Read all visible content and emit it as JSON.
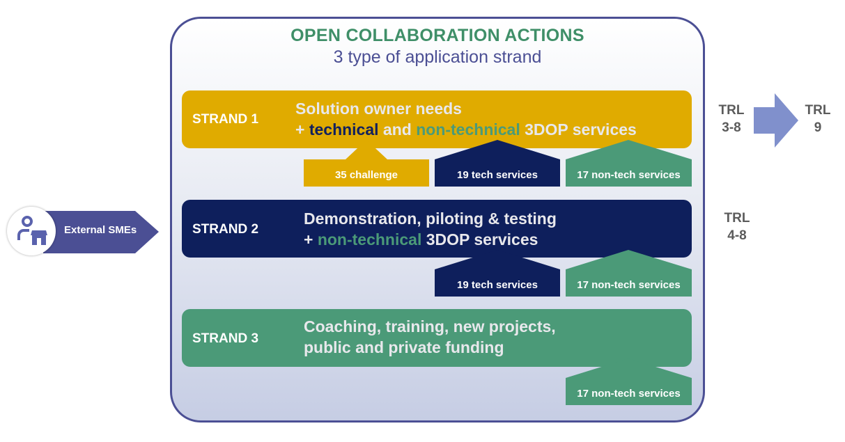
{
  "header": {
    "title": "OPEN COLLABORATION ACTIONS",
    "subtitle": "3 type of application strand"
  },
  "colors": {
    "gold": "#e0ab00",
    "navy": "#0e1f5c",
    "green": "#4b9a78",
    "periwinkle": "#8090cc",
    "panel_border": "#4b4f94"
  },
  "strands": [
    {
      "label": "STRAND 1",
      "line1": "Solution owner needs",
      "line2_parts": [
        "+ ",
        "technical",
        " and ",
        "non-technical",
        " 3DOP services"
      ],
      "tabs": [
        "35 challenge",
        "19 tech services",
        "17 non-tech services"
      ]
    },
    {
      "label": "STRAND 2",
      "line1": "Demonstration, piloting & testing",
      "line2_parts": [
        "+ ",
        "non-technical",
        " 3DOP services"
      ],
      "tabs": [
        "19 tech services",
        "17 non-tech services"
      ]
    },
    {
      "label": "STRAND 3",
      "line1": "Coaching, training, new projects,",
      "line2": "public and private funding",
      "tabs": [
        "17 non-tech services"
      ]
    }
  ],
  "smes": {
    "label": "External SMEs",
    "icon": "person-store-icon"
  },
  "trl": {
    "strand1_from": [
      "TRL",
      "3-8"
    ],
    "strand1_to": [
      "TRL",
      "9"
    ],
    "strand2": [
      "TRL",
      "4-8"
    ]
  }
}
